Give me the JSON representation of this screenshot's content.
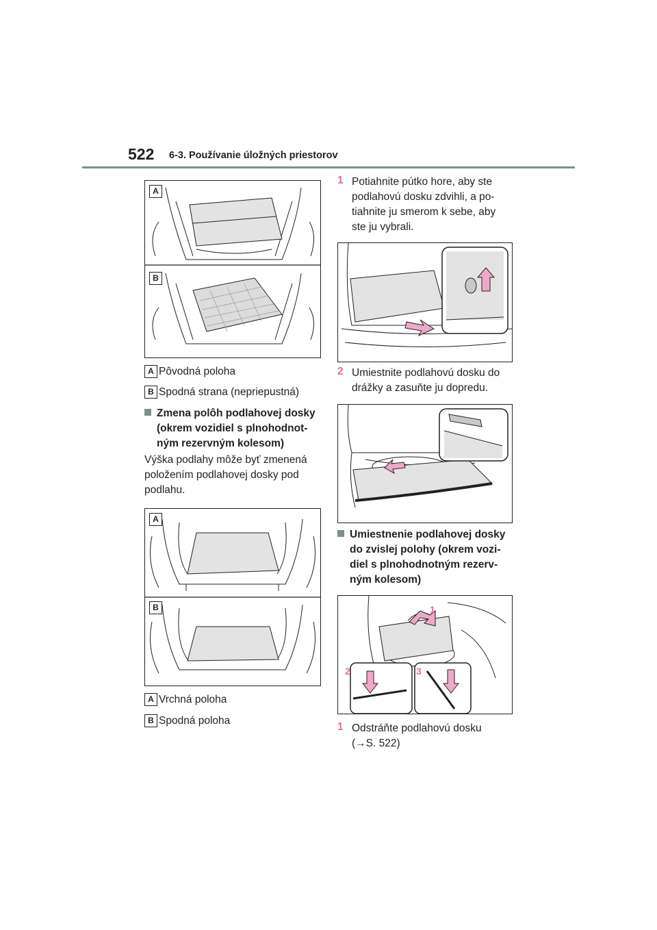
{
  "header": {
    "page_number": "522",
    "section_title": "6-3. Používanie úložných priestorov"
  },
  "figure_labels": {
    "a": "A",
    "b": "B"
  },
  "left_column": {
    "legend1": [
      {
        "label": "A",
        "text": "Pôvodná poloha"
      },
      {
        "label": "B",
        "text": "Spodná strana (nepriepustná)"
      }
    ],
    "section_heading_lines": [
      "Zmena polôh podlahovej dosky",
      "(okrem vozidiel s plnohodnot-",
      "ným rezervným kolesom)"
    ],
    "paragraph_lines": [
      "Výška podlahy môže byť zmenená",
      "položením podlahovej dosky pod",
      "podlahu."
    ],
    "legend2": [
      {
        "label": "A",
        "text": "Vrchná poloha"
      },
      {
        "label": "B",
        "text": "Spodná poloha"
      }
    ]
  },
  "right_column": {
    "step1": {
      "number": "1",
      "lines": [
        "Potiahnite pútko hore, aby ste",
        "podlahovú dosku zdvihli, a po-",
        "tiahnite ju smerom k sebe, aby",
        "ste ju vybrali."
      ]
    },
    "step2": {
      "number": "2",
      "lines": [
        "Umiestnite podlahovú dosku do",
        "drážky a zasuňte ju dopredu."
      ]
    },
    "section_heading_lines": [
      "Umiestnenie podlahovej dosky",
      "do zvislej polohy (okrem vozi-",
      "diel s plnohodnotným rezerv-",
      "ným kolesom)"
    ],
    "figure_callouts": [
      "1",
      "2",
      "3"
    ],
    "step3": {
      "number": "1",
      "lines": [
        "Odstráňte podlahovú dosku",
        "(→S. 522)"
      ]
    }
  },
  "colors": {
    "accent_pink": "#e66da2",
    "rule_gray": "#7f8f8a",
    "panel_gray": "#e3e3e3"
  }
}
